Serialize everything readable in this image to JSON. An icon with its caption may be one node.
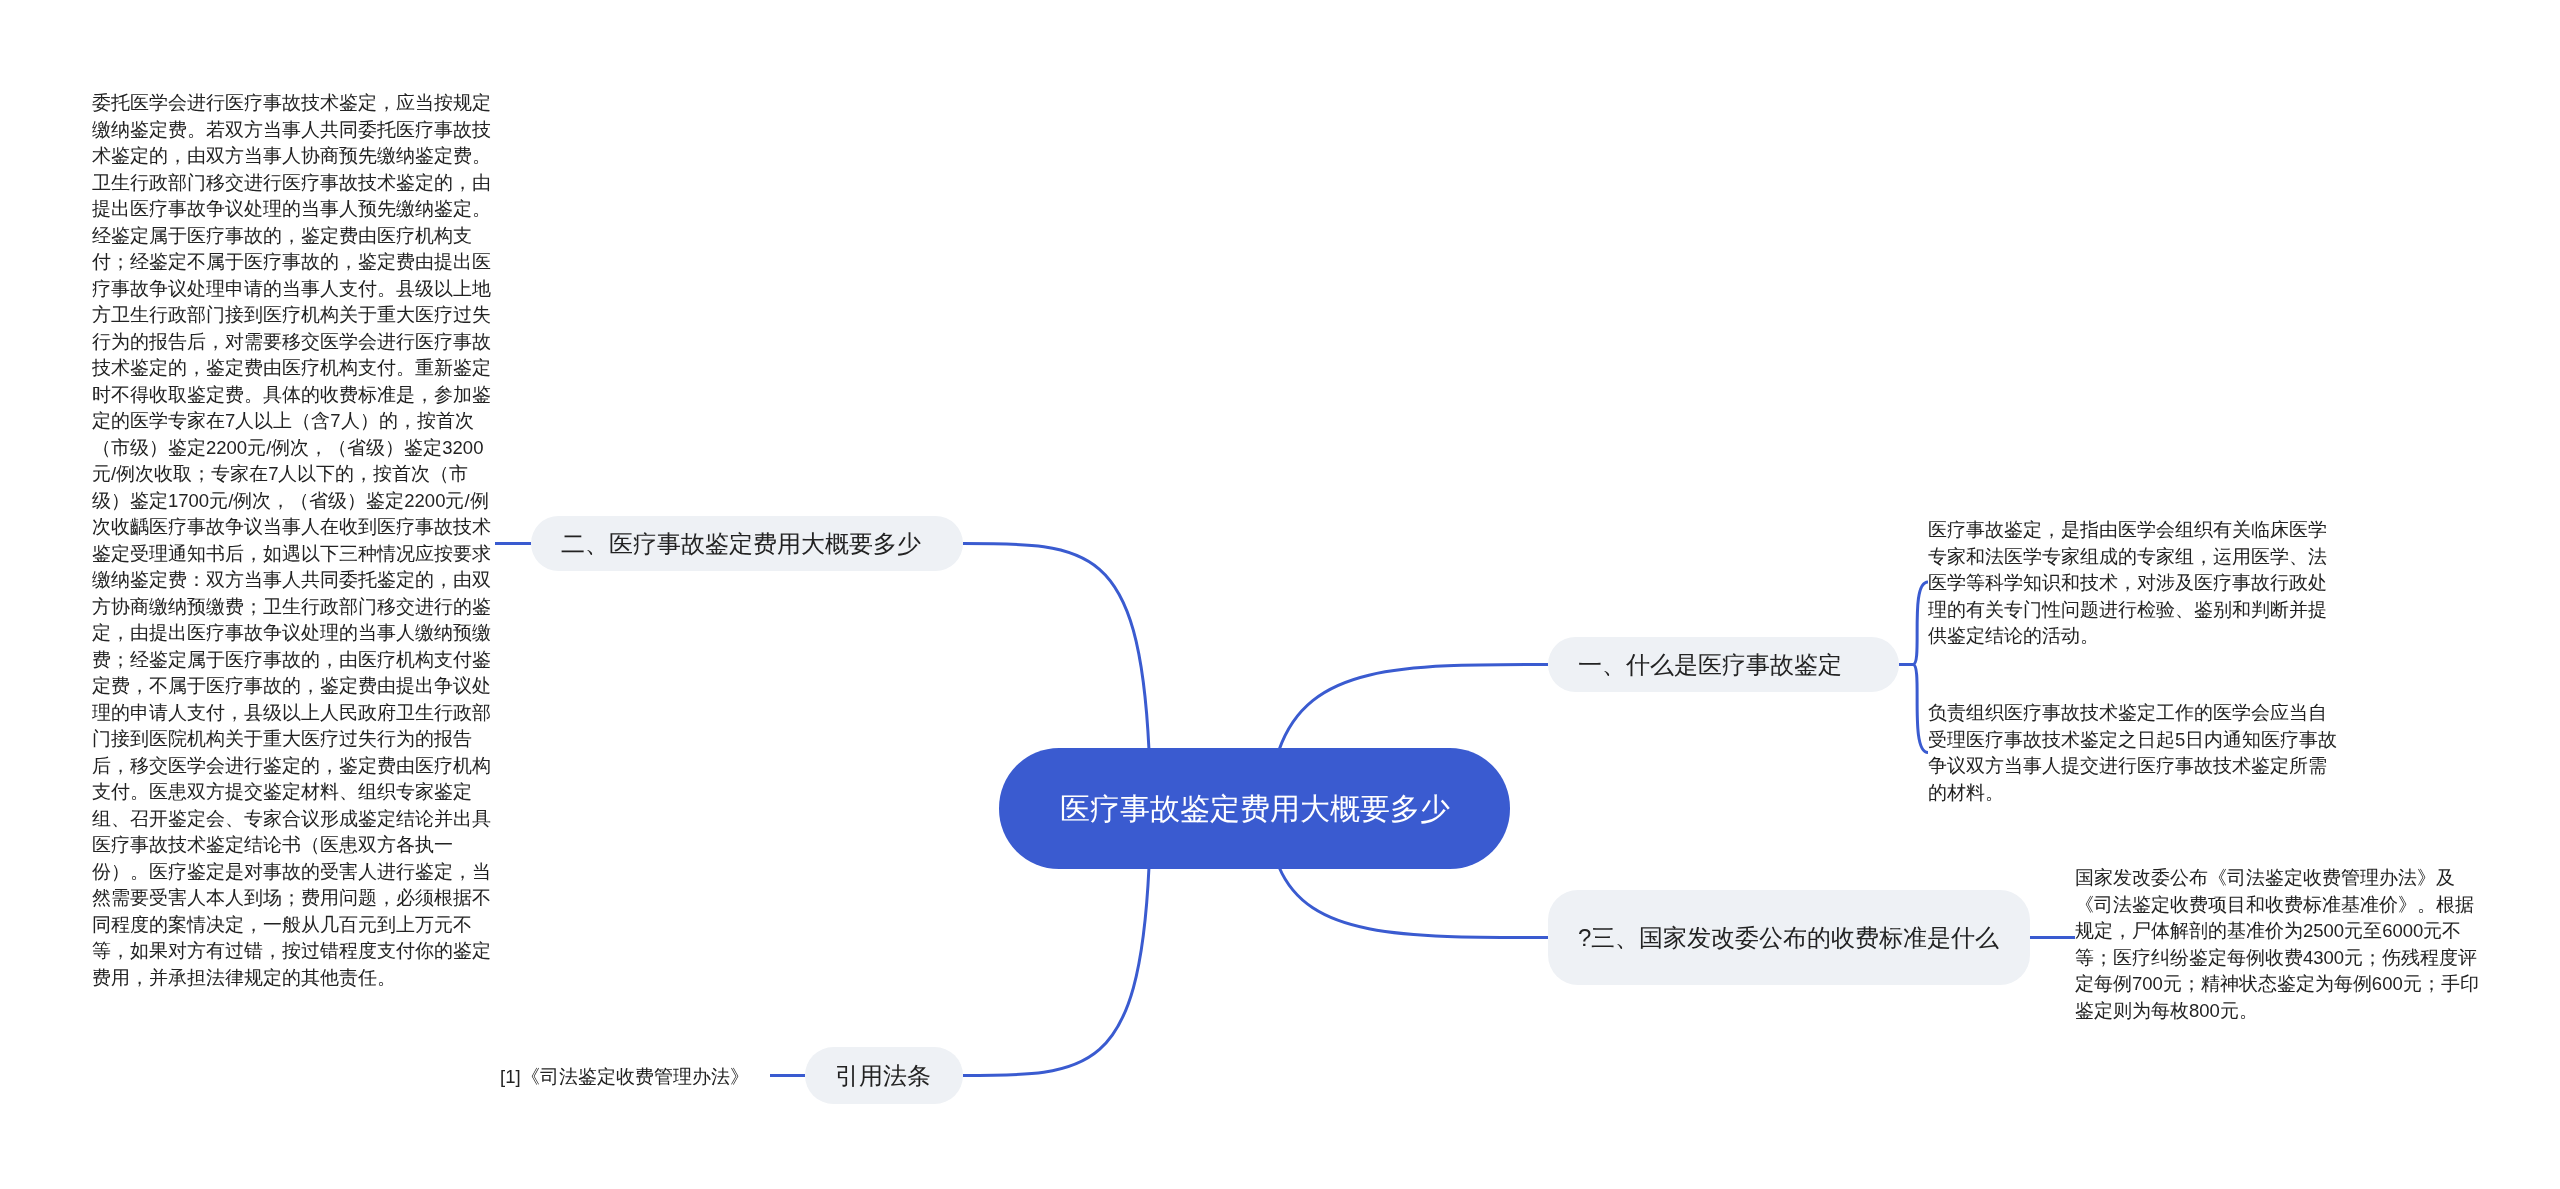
{
  "diagram": {
    "nodes": [
      {
        "text": [
          "医疗事故鉴定费用大概要多少"
        ]
      },
      {
        "text": [
          "二、医疗事故鉴定费用大概要多少"
        ]
      },
      {
        "text": [
          "委托医学会进行医疗事故技术鉴定，应当按规定缴纳鉴定费。若双方当事人共同委托医疗事故技术鉴定的，由双方当事人协商预先缴纳鉴定费。卫生行政部门移交进行医疗事故技术鉴定的，由提出医疗事故争议处理的当事人预先缴纳鉴定。经鉴定属于医疗事故的，鉴定费由医疗机构支付；经鉴定不属于医疗事故的，鉴定费由提出医疗事故争议处理申请的当事人支付。县级以上地方卫生行政部门接到医疗机构关于重大医疗过失行为的报告后，对需要移交医学会进行医疗事故技术鉴定的，鉴定费由医疗机构支付。重新鉴定时不得收取鉴定费。具体的收费标准是，参加鉴定的医学专家在7人以上（含7人）的，按首次（市级）鉴定2200元/例次，（省级）鉴定3200元/例次收取；专家在7人以下的，按首次（市级）鉴定1700元/例次，（省级）鉴定2200元/例次收齲医疗事故争议当事人在收到医疗事故技术鉴定受理通知书后，如遇以下三种情况应按要求缴纳鉴定费：双方当事人共同委托鉴定的，由双方协商缴纳预缴费；卫生行政部门移交进行的鉴定，由提出医疗事故争议处理的当事人缴纳预缴费；经鉴定属于医疗事故的，由医疗机构支付鉴定费，不属于医疗事故的，鉴定费由提出争议处理的申请人支付，县级以上人民政府卫生行政部门接到医院机构关于重大医疗过失行为的报告后，移交医学会进行鉴定的，鉴定费由医疗机构支付。医患双方提交鉴定材料、组织专家鉴定组、召开鉴定会、专家合议形成鉴定结论并出具医疗事故技术鉴定结论书（医患双方各执一份）。医疗鉴定是对事故的受害人进行鉴定，当然需要受害人本人到场；费用问题，必须根据不同程度的案情决定，一般从几百元到上万元不等，如果对方有过错，按过错程度支付你的鉴定费用，并承担法律规定的其他责任。"
        ]
      },
      {
        "text": [
          "一、什么是医疗事故鉴定"
        ]
      },
      {
        "text": [
          "医疗事故鉴定，是指由医学会组织有关临床医学专家和法医学专家组成的专家组，运用医学、法医学等科学知识和技术，对涉及医疗事故行政处理的有关专门性问题进行检验、鉴别和判断并提供鉴定结论的活动。"
        ]
      },
      {
        "text": [
          "负责组织医疗事故技术鉴定工作的医学会应当自受理医疗事故技术鉴定之日起5日内通知医疗事故争议双方当事人提交进行医疗事故技术鉴定所需的材料。"
        ]
      },
      {
        "text": [
          "?三、国家发改委公布的收费标准是什么"
        ]
      },
      {
        "text": [
          "国家发改委公布《司法鉴定收费管理办法》及《司法鉴定收费项目和收费标准基准价》。根据规定，尸体解剖的基准价为2500元至6000元不等；医疗纠纷鉴定每例收费4300元；伤残程度评定每例700元；精神状态鉴定为每例600元；手印鉴定则为每枚800元。"
        ]
      },
      {
        "text": [
          "引用法条"
        ]
      },
      {
        "text": [
          "[1]《司法鉴定收费管理办法》"
        ]
      }
    ],
    "edges": [
      {
        "from": 0,
        "to": 1,
        "arrow": "none"
      },
      {
        "from": 1,
        "to": 2,
        "arrow": "none"
      },
      {
        "from": 0,
        "to": 3,
        "arrow": "none"
      },
      {
        "from": 3,
        "to": 4,
        "arrow": "none"
      },
      {
        "from": 3,
        "to": 5,
        "arrow": "none"
      },
      {
        "from": 0,
        "to": 6,
        "arrow": "none"
      },
      {
        "from": 6,
        "to": 7,
        "arrow": "none"
      },
      {
        "from": 0,
        "to": 8,
        "arrow": "none"
      },
      {
        "from": 8,
        "to": 9,
        "arrow": "none"
      }
    ]
  }
}
